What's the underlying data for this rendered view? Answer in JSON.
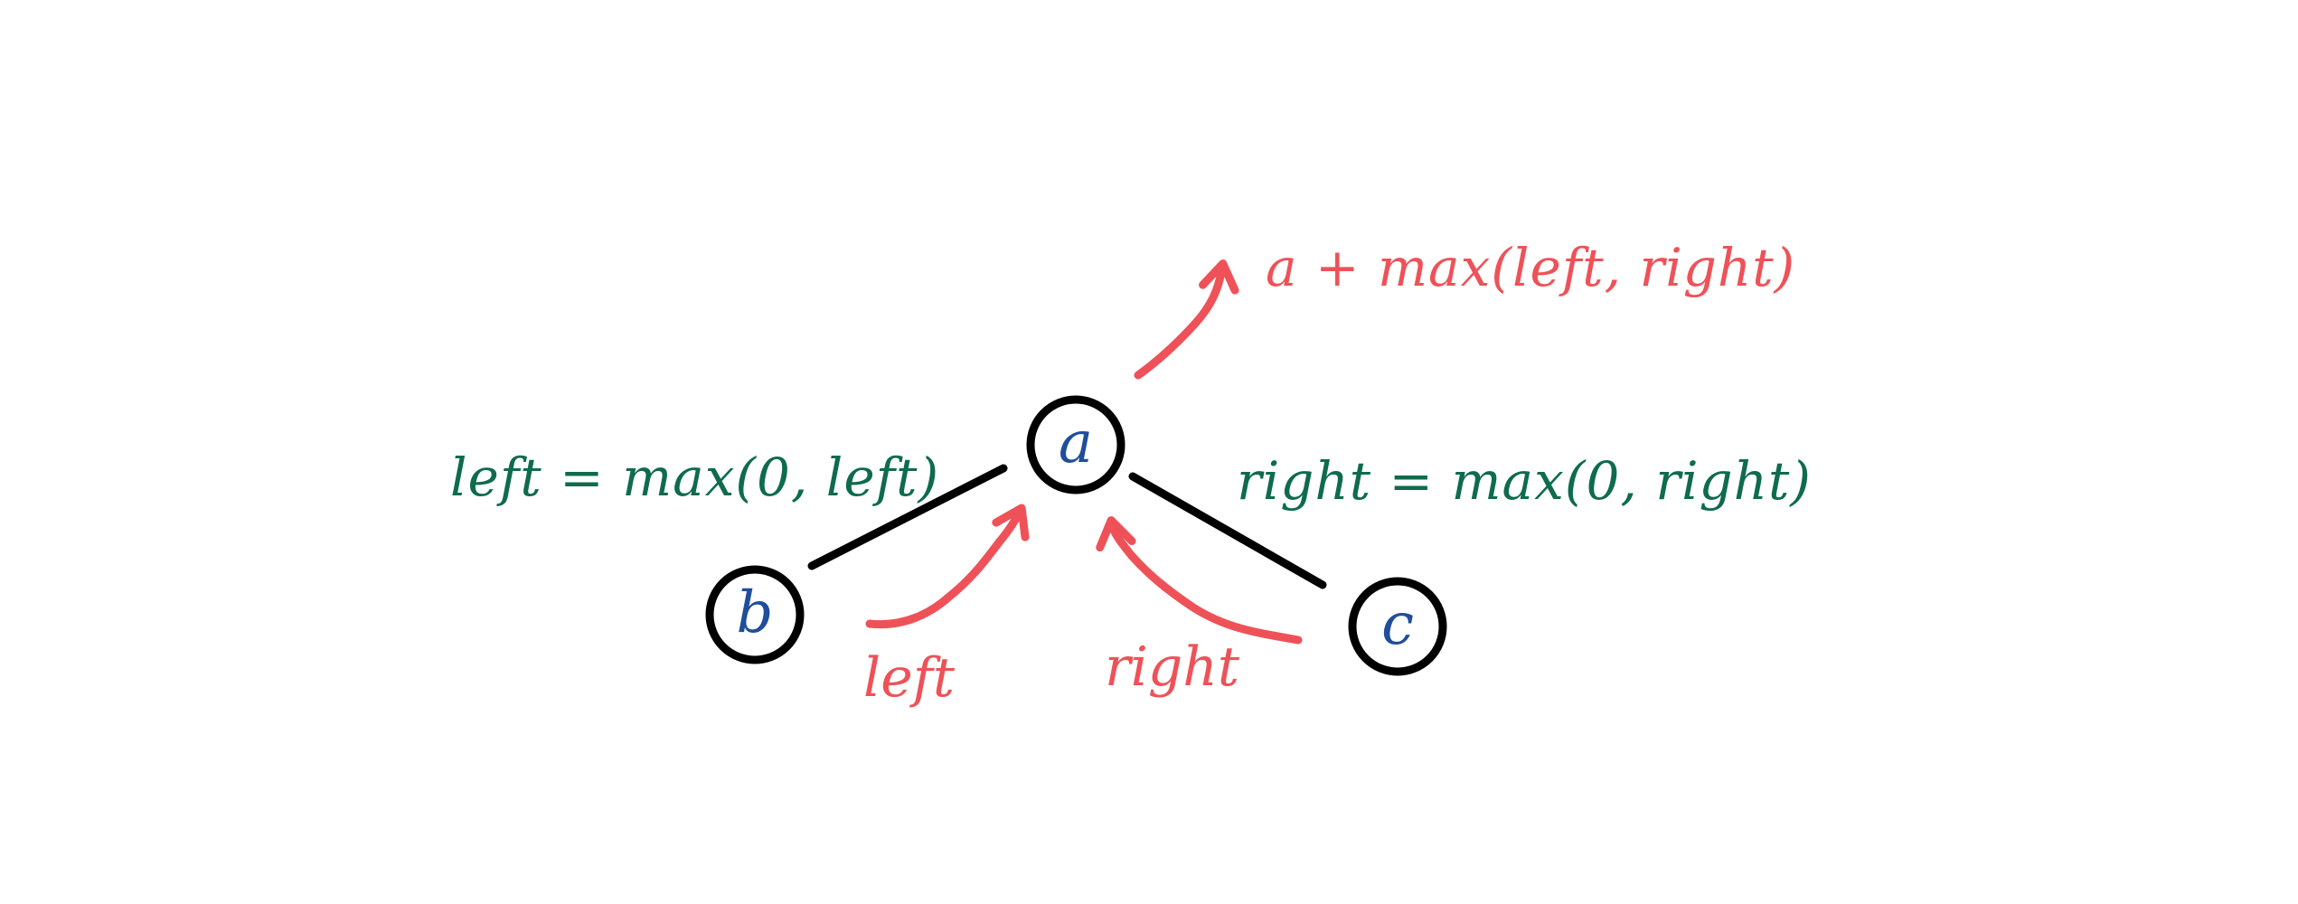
{
  "colors": {
    "node_stroke": "#000000",
    "node_label": "#1f4e9a",
    "edge": "#000000",
    "formula_green": "#0e6b4e",
    "flow_red": "#ee5258"
  },
  "nodes": {
    "root": {
      "label": "a"
    },
    "left_child": {
      "label": "b"
    },
    "right_child": {
      "label": "c"
    }
  },
  "formulas": {
    "left_update": "left = max(0, left)",
    "right_update": "right = max(0, right)",
    "return_value": "a + max(left, right)"
  },
  "flow_labels": {
    "left": "left",
    "right": "right"
  }
}
